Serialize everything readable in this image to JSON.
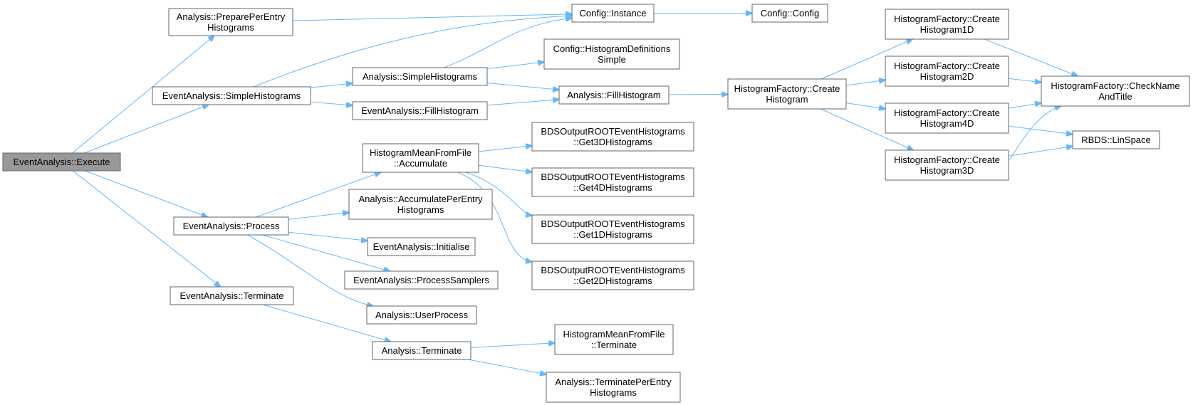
{
  "colors": {
    "edge": "#63b8ff",
    "node_border": "#666666",
    "node_fill": "#ffffff",
    "root_fill": "#999999"
  },
  "nodes": [
    {
      "id": "execute",
      "lines": [
        "EventAnalysis::Execute"
      ],
      "root": true
    },
    {
      "id": "preparePerEntry",
      "lines": [
        "Analysis::PreparePerEntry",
        "Histograms"
      ]
    },
    {
      "id": "eaSimpleHist",
      "lines": [
        "EventAnalysis::SimpleHistograms"
      ]
    },
    {
      "id": "eaProcess",
      "lines": [
        "EventAnalysis::Process"
      ]
    },
    {
      "id": "eaTerminate",
      "lines": [
        "EventAnalysis::Terminate"
      ]
    },
    {
      "id": "configInstance",
      "lines": [
        "Config::Instance"
      ]
    },
    {
      "id": "configConfig",
      "lines": [
        "Config::Config"
      ]
    },
    {
      "id": "anSimpleHist",
      "lines": [
        "Analysis::SimpleHistograms"
      ]
    },
    {
      "id": "eaFillHist",
      "lines": [
        "EventAnalysis::FillHistogram"
      ]
    },
    {
      "id": "histDefSimple",
      "lines": [
        "Config::HistogramDefinitions",
        "Simple"
      ]
    },
    {
      "id": "anFillHist",
      "lines": [
        "Analysis::FillHistogram"
      ]
    },
    {
      "id": "hfCreate",
      "lines": [
        "HistogramFactory::Create",
        "Histogram"
      ]
    },
    {
      "id": "hf1D",
      "lines": [
        "HistogramFactory::Create",
        "Histogram1D"
      ]
    },
    {
      "id": "hf2D",
      "lines": [
        "HistogramFactory::Create",
        "Histogram2D"
      ]
    },
    {
      "id": "hf4D",
      "lines": [
        "HistogramFactory::Create",
        "Histogram4D"
      ]
    },
    {
      "id": "hf3D",
      "lines": [
        "HistogramFactory::Create",
        "Histogram3D"
      ]
    },
    {
      "id": "checkName",
      "lines": [
        "HistogramFactory::CheckName",
        "AndTitle"
      ]
    },
    {
      "id": "linSpace",
      "lines": [
        "RBDS::LinSpace"
      ]
    },
    {
      "id": "hmAccumulate",
      "lines": [
        "HistogramMeanFromFile",
        "::Accumulate"
      ]
    },
    {
      "id": "get3D",
      "lines": [
        "BDSOutputROOTEventHistograms",
        "::Get3DHistograms"
      ]
    },
    {
      "id": "get4D",
      "lines": [
        "BDSOutputROOTEventHistograms",
        "::Get4DHistograms"
      ]
    },
    {
      "id": "get1D",
      "lines": [
        "BDSOutputROOTEventHistograms",
        "::Get1DHistograms"
      ]
    },
    {
      "id": "get2D",
      "lines": [
        "BDSOutputROOTEventHistograms",
        "::Get2DHistograms"
      ]
    },
    {
      "id": "accPerEntry",
      "lines": [
        "Analysis::AccumulatePerEntry",
        "Histograms"
      ]
    },
    {
      "id": "initialise",
      "lines": [
        "EventAnalysis::Initialise"
      ]
    },
    {
      "id": "processSamplers",
      "lines": [
        "EventAnalysis::ProcessSamplers"
      ]
    },
    {
      "id": "userProcess",
      "lines": [
        "Analysis::UserProcess"
      ]
    },
    {
      "id": "anTerminate",
      "lines": [
        "Analysis::Terminate"
      ]
    },
    {
      "id": "hmTerminate",
      "lines": [
        "HistogramMeanFromFile",
        "::Terminate"
      ]
    },
    {
      "id": "termPerEntry",
      "lines": [
        "Analysis::TerminatePerEntry",
        "Histograms"
      ]
    }
  ],
  "edges": [
    {
      "from": "execute",
      "to": "preparePerEntry"
    },
    {
      "from": "execute",
      "to": "eaSimpleHist"
    },
    {
      "from": "execute",
      "to": "eaProcess"
    },
    {
      "from": "execute",
      "to": "eaTerminate"
    },
    {
      "from": "preparePerEntry",
      "to": "configInstance"
    },
    {
      "from": "eaSimpleHist",
      "to": "configInstance"
    },
    {
      "from": "eaSimpleHist",
      "to": "anSimpleHist"
    },
    {
      "from": "eaSimpleHist",
      "to": "eaFillHist"
    },
    {
      "from": "configInstance",
      "to": "configConfig"
    },
    {
      "from": "anSimpleHist",
      "to": "configInstance"
    },
    {
      "from": "anSimpleHist",
      "to": "histDefSimple"
    },
    {
      "from": "anSimpleHist",
      "to": "anFillHist"
    },
    {
      "from": "eaFillHist",
      "to": "anFillHist"
    },
    {
      "from": "anFillHist",
      "to": "hfCreate"
    },
    {
      "from": "hfCreate",
      "to": "hf1D"
    },
    {
      "from": "hfCreate",
      "to": "hf2D"
    },
    {
      "from": "hfCreate",
      "to": "hf4D"
    },
    {
      "from": "hfCreate",
      "to": "hf3D"
    },
    {
      "from": "hf1D",
      "to": "checkName"
    },
    {
      "from": "hf2D",
      "to": "checkName"
    },
    {
      "from": "hf4D",
      "to": "checkName"
    },
    {
      "from": "hf3D",
      "to": "checkName"
    },
    {
      "from": "hf4D",
      "to": "linSpace"
    },
    {
      "from": "hf3D",
      "to": "linSpace"
    },
    {
      "from": "eaProcess",
      "to": "hmAccumulate"
    },
    {
      "from": "eaProcess",
      "to": "accPerEntry"
    },
    {
      "from": "eaProcess",
      "to": "initialise"
    },
    {
      "from": "eaProcess",
      "to": "processSamplers"
    },
    {
      "from": "eaProcess",
      "to": "userProcess"
    },
    {
      "from": "hmAccumulate",
      "to": "get3D"
    },
    {
      "from": "hmAccumulate",
      "to": "get4D"
    },
    {
      "from": "hmAccumulate",
      "to": "get1D"
    },
    {
      "from": "hmAccumulate",
      "to": "get2D"
    },
    {
      "from": "eaTerminate",
      "to": "anTerminate"
    },
    {
      "from": "anTerminate",
      "to": "hmTerminate"
    },
    {
      "from": "anTerminate",
      "to": "termPerEntry"
    }
  ]
}
